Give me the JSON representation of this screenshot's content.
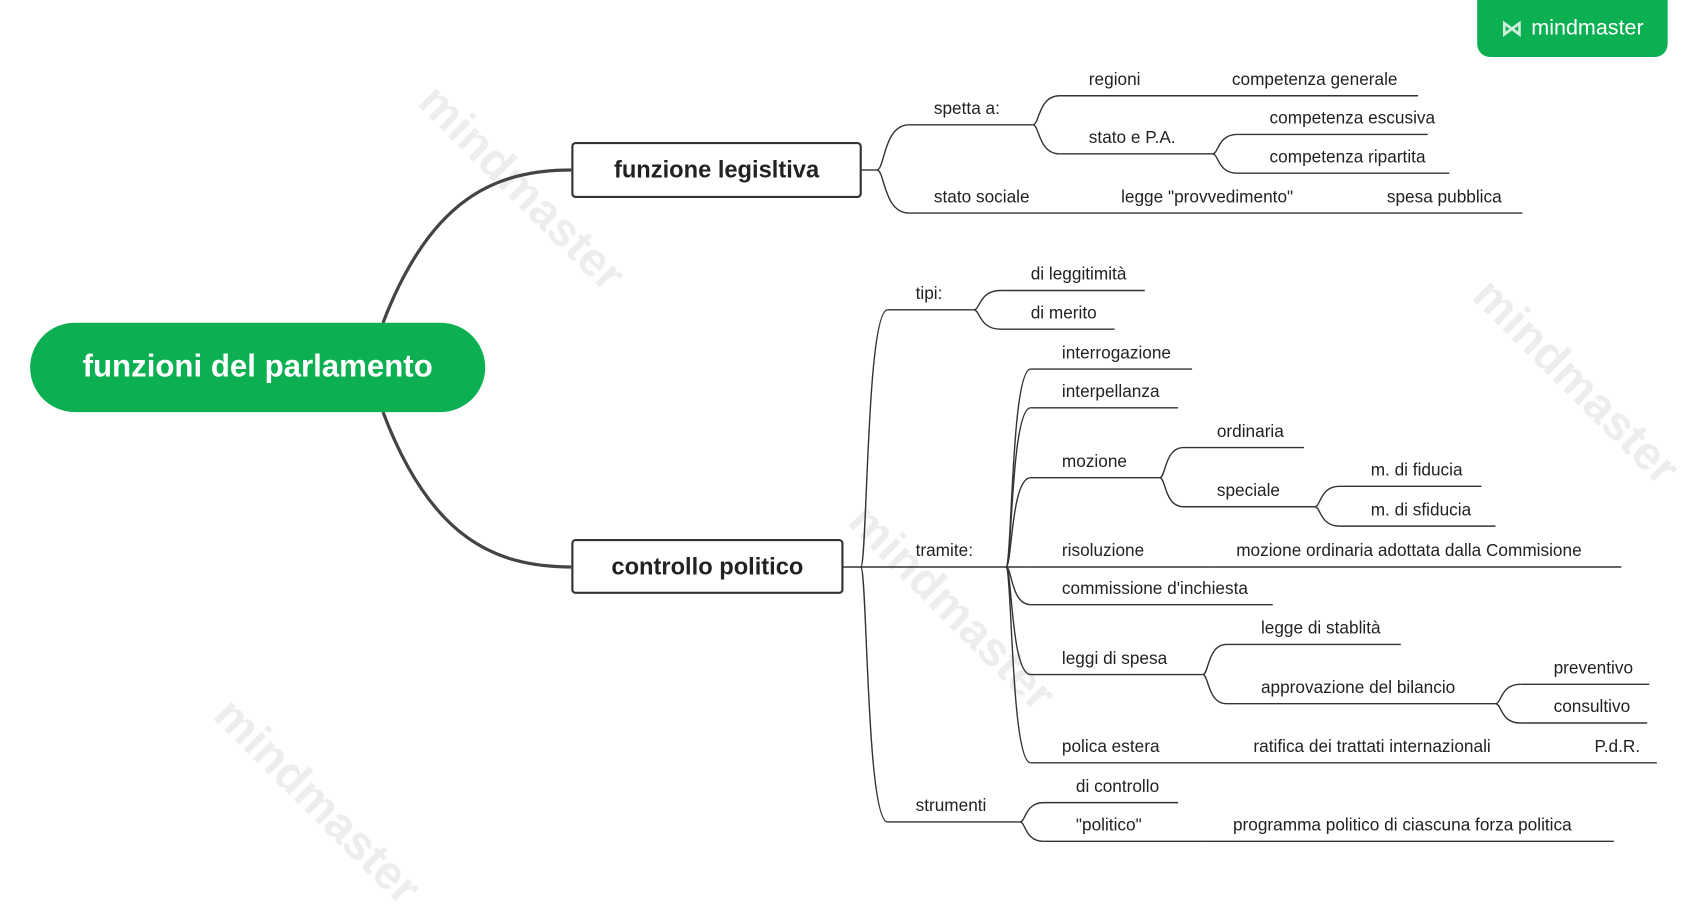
{
  "brand": {
    "label": "mindmaster",
    "icon": "mindmaster-logo-icon"
  },
  "watermark": "mindmaster",
  "colors": {
    "accent": "#0cb053",
    "line": "#333333"
  },
  "root": "funzioni del parlamento",
  "legislativa": {
    "title": "funzione legisltiva",
    "spetta": "spetta a:",
    "regioni": "regioni",
    "competenza_generale": "competenza generale",
    "stato_pa": "stato e P.A.",
    "competenza_escusiva": "competenza escusiva",
    "competenza_ripartita": "competenza ripartita",
    "stato_sociale": "stato sociale",
    "legge_provvedimento": "legge \"provvedimento\"",
    "spesa_pubblica": "spesa pubblica"
  },
  "controllo": {
    "title": "controllo politico",
    "tipi": "tipi:",
    "leggitimita": "di leggitimità",
    "merito": "di merito",
    "tramite": "tramite:",
    "interrogazione": "interrogazione",
    "interpellanza": "interpellanza",
    "mozione": "mozione",
    "ordinaria": "ordinaria",
    "speciale": "speciale",
    "fiducia": "m. di fiducia",
    "sfiducia": "m. di sfiducia",
    "risoluzione": "risoluzione",
    "mozione_ordinaria": "mozione ordinaria adottata dalla Commisione",
    "commissione": "commissione d'inchiesta",
    "leggi_spesa": "leggi di spesa",
    "legge_stabilita": "legge di stablità",
    "approvazione": "approvazione del bilancio",
    "preventivo": "preventivo",
    "consultivo": "consultivo",
    "polica_estera": "polica estera",
    "ratifica": "ratifica dei trattati internazionali",
    "pdr": "P.d.R.",
    "strumenti": "strumenti",
    "di_controllo": "di controllo",
    "politico": "\"politico\"",
    "programma": "programma politico di ciascuna forza politica"
  }
}
